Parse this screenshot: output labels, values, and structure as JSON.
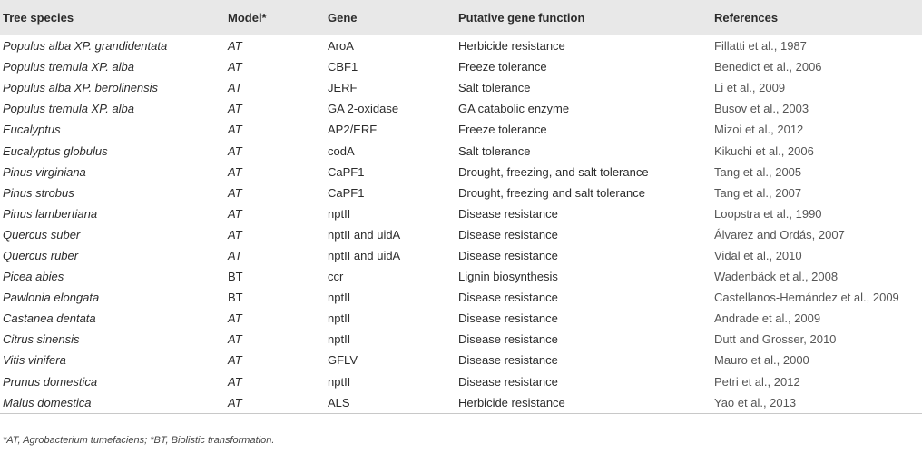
{
  "headers": [
    "Tree species",
    "Model*",
    "Gene",
    "Putative gene function",
    "References"
  ],
  "rows": [
    {
      "species": "Populus alba XP. grandidentata",
      "model": "AT",
      "gene": "AroA",
      "function": "Herbicide resistance",
      "ref": "Fillatti et al., 1987"
    },
    {
      "species": "Populus tremula XP. alba",
      "model": "AT",
      "gene": "CBF1",
      "function": "Freeze tolerance",
      "ref": "Benedict et al., 2006"
    },
    {
      "species": "Populus alba XP. berolinensis",
      "model": "AT",
      "gene": "JERF",
      "function": "Salt tolerance",
      "ref": "Li et al., 2009"
    },
    {
      "species": "Populus tremula XP. alba",
      "model": "AT",
      "gene": "GA 2-oxidase",
      "function": "GA catabolic enzyme",
      "ref": "Busov et al., 2003"
    },
    {
      "species": "Eucalyptus",
      "model": "AT",
      "gene": "AP2/ERF",
      "function": "Freeze tolerance",
      "ref": "Mizoi et al., 2012"
    },
    {
      "species": "Eucalyptus globulus",
      "model": "AT",
      "gene": "codA",
      "function": "Salt tolerance",
      "ref": "Kikuchi et al., 2006"
    },
    {
      "species": "Pinus virginiana",
      "model": "AT",
      "gene": "CaPF1",
      "function": "Drought, freezing, and salt tolerance",
      "ref": "Tang et al., 2005"
    },
    {
      "species": "Pinus strobus",
      "model": "AT",
      "gene": "CaPF1",
      "function": "Drought, freezing and salt tolerance",
      "ref": "Tang et al., 2007"
    },
    {
      "species": "Pinus lambertiana",
      "model": "AT",
      "gene": "nptII",
      "function": "Disease resistance",
      "ref": "Loopstra et al., 1990"
    },
    {
      "species": "Quercus suber",
      "model": "AT",
      "gene": "nptII and uidA",
      "function": "Disease resistance",
      "ref": "Álvarez and Ordás, 2007"
    },
    {
      "species": "Quercus ruber",
      "model": "AT",
      "gene": "nptII and uidA",
      "function": "Disease resistance",
      "ref": "Vidal et al., 2010"
    },
    {
      "species": "Picea abies",
      "model": "BT",
      "gene": "ccr",
      "function": "Lignin biosynthesis",
      "ref": "Wadenbäck et al., 2008"
    },
    {
      "species": "Pawlonia elongata",
      "model": "BT",
      "gene": "nptII",
      "function": "Disease resistance",
      "ref": "Castellanos-Hernández et al., 2009"
    },
    {
      "species": "Castanea dentata",
      "model": "AT",
      "gene": "nptII",
      "function": "Disease resistance",
      "ref": "Andrade et al., 2009"
    },
    {
      "species": "Citrus sinensis",
      "model": "AT",
      "gene": "nptII",
      "function": "Disease resistance",
      "ref": "Dutt and Grosser, 2010"
    },
    {
      "species": "Vitis vinifera",
      "model": "AT",
      "gene": "GFLV",
      "function": "Disease resistance",
      "ref": "Mauro et al., 2000"
    },
    {
      "species": "Prunus domestica",
      "model": "AT",
      "gene": "nptII",
      "function": "Disease resistance",
      "ref": "Petri et al., 2012"
    },
    {
      "species": "Malus domestica",
      "model": "AT",
      "gene": "ALS",
      "function": "Herbicide resistance",
      "ref": "Yao et al., 2013"
    }
  ],
  "footnote": "*AT, Agrobacterium tumefaciens; *BT, Biolistic transformation.",
  "colors": {
    "header_bg": "#e8e8e8",
    "rule": "#c8c8c8",
    "text": "#2b2b2b"
  }
}
